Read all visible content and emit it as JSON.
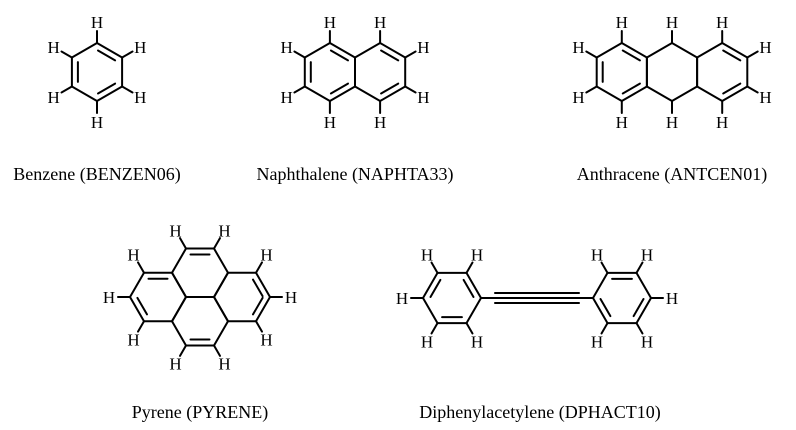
{
  "atom_label": "H",
  "molecules": [
    {
      "id": "benzene",
      "caption": "Benzene (BENZEN06)"
    },
    {
      "id": "naphthalene",
      "caption": "Naphthalene (NAPHTA33)"
    },
    {
      "id": "anthracene",
      "caption": "Anthracene (ANTCEN01)"
    },
    {
      "id": "pyrene",
      "caption": "Pyrene (PYRENE)"
    },
    {
      "id": "diphenylacetylene",
      "caption": "Diphenylacetylene (DPHACT10)"
    }
  ]
}
